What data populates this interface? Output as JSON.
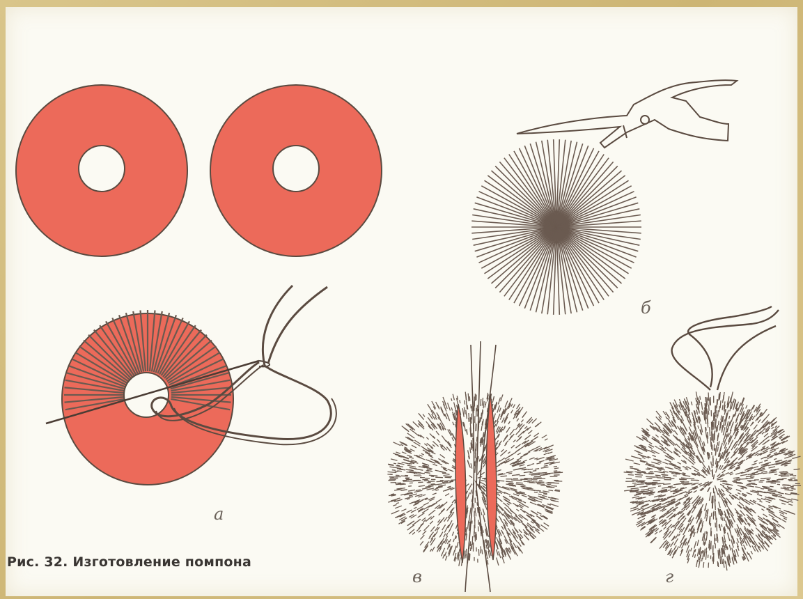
{
  "caption": "Рис. 32. Изготовление помпона",
  "labels": {
    "a": "а",
    "b": "б",
    "v": "в",
    "g": "г"
  },
  "colors": {
    "disc": "#ec6a5a",
    "ink": "#5a4a40",
    "paper": "#fbfaf3"
  }
}
